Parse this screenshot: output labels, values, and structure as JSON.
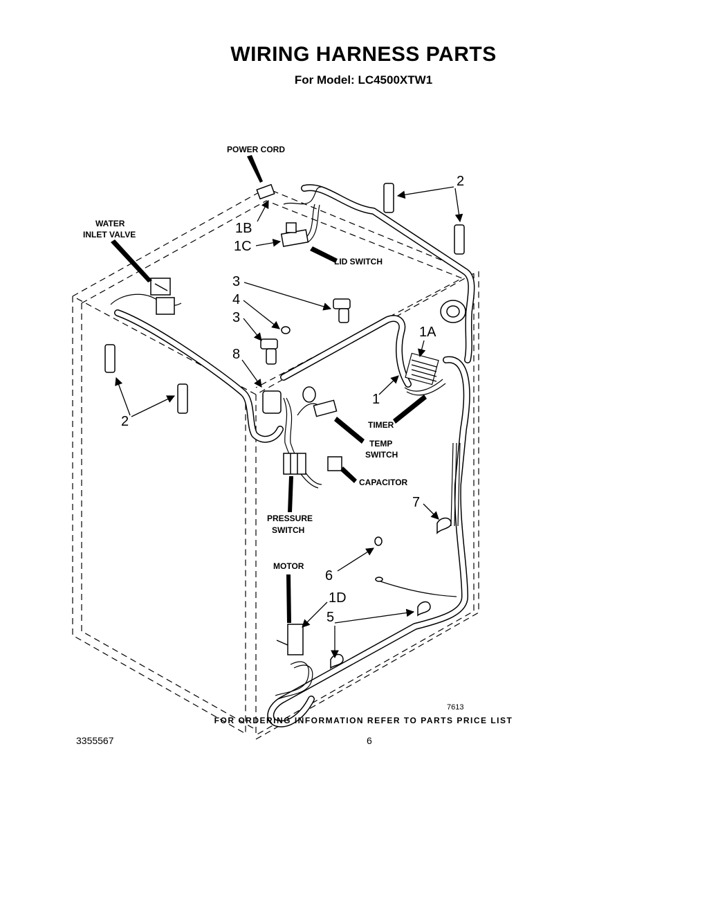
{
  "header": {
    "title": "WIRING HARNESS PARTS",
    "model_line": "For Model:  LC4500XTW1"
  },
  "labels": {
    "power_cord": "POWER CORD",
    "water_inlet_1": "WATER",
    "water_inlet_2": "INLET VALVE",
    "lid_switch": "LID SWITCH",
    "timer": "TIMER",
    "temp_switch_1": "TEMP",
    "temp_switch_2": "SWITCH",
    "capacitor": "CAPACITOR",
    "pressure_switch_1": "PRESSURE",
    "pressure_switch_2": "SWITCH",
    "motor": "MOTOR"
  },
  "callouts": {
    "c_1b": "1B",
    "c_1c": "1C",
    "c_1a": "1A",
    "c_1": "1",
    "c_1d": "1D",
    "c_2_top": "2",
    "c_2_left": "2",
    "c_3_upper": "3",
    "c_3_lower": "3",
    "c_4": "4",
    "c_5": "5",
    "c_6": "6",
    "c_7": "7",
    "c_8": "8"
  },
  "footer": {
    "ordering_note": "FOR ORDERING INFORMATION REFER TO PARTS PRICE LIST",
    "document_number": "3355567",
    "page_number": "6",
    "figure_number": "7613"
  }
}
